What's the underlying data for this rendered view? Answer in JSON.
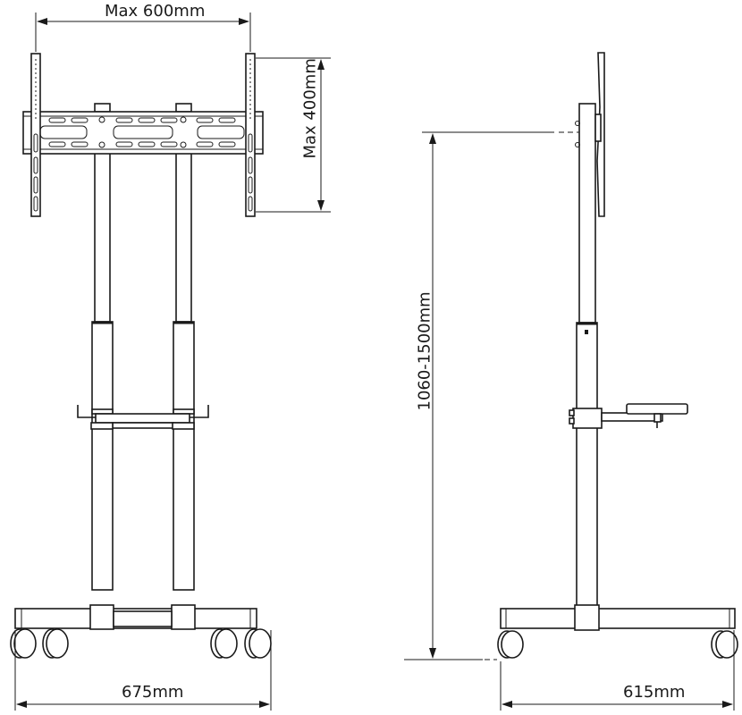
{
  "diagram": {
    "subject": "Mobile TV stand dimension drawing",
    "front_view": {
      "width_label": "Max 600mm",
      "height_label": "Max 400mm",
      "base_label": "675mm"
    },
    "side_view": {
      "height_label": "1060-1500mm",
      "base_label": "615mm"
    },
    "colors": {
      "line": "#1a1a1a",
      "background": "#ffffff"
    }
  }
}
